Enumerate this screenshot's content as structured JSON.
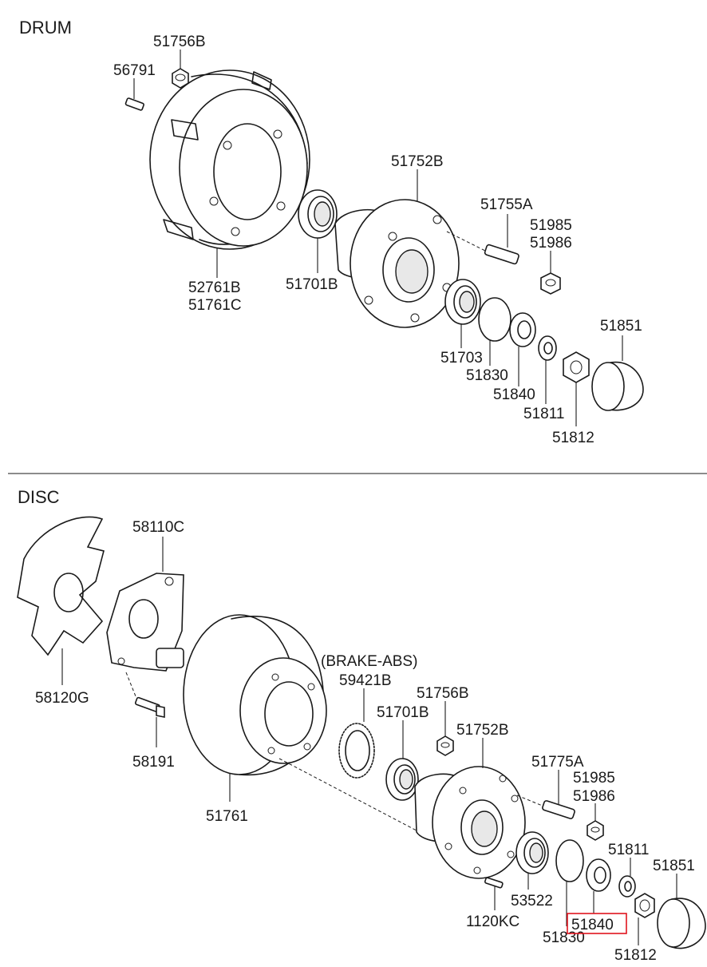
{
  "sections": {
    "drum": "DRUM",
    "disc": "DISC"
  },
  "highlight_color": "#e0141e",
  "drum": {
    "p51756B": "51756B",
    "p56791": "56791",
    "p51752B": "51752B",
    "p51755A": "51755A",
    "p51985": "51985",
    "p51986": "51986",
    "p52761B": "52761B",
    "p51761C": "51761C",
    "p51701B": "51701B",
    "p51851": "51851",
    "p51703": "51703",
    "p51830": "51830",
    "p51840": "51840",
    "p51811": "51811",
    "p51812": "51812"
  },
  "disc": {
    "p58110C": "58110C",
    "p58120G": "58120G",
    "p58191": "58191",
    "brake_abs": "(BRAKE-ABS)",
    "p59421B": "59421B",
    "p51756B": "51756B",
    "p51701B": "51701B",
    "p51752B": "51752B",
    "p51775A": "51775A",
    "p51985": "51985",
    "p51986": "51986",
    "p51761": "51761",
    "p51811": "51811",
    "p51851": "51851",
    "p53522": "53522",
    "p1120KC": "1120KC",
    "p51840": "51840",
    "p51830": "51830",
    "p51812": "51812"
  }
}
